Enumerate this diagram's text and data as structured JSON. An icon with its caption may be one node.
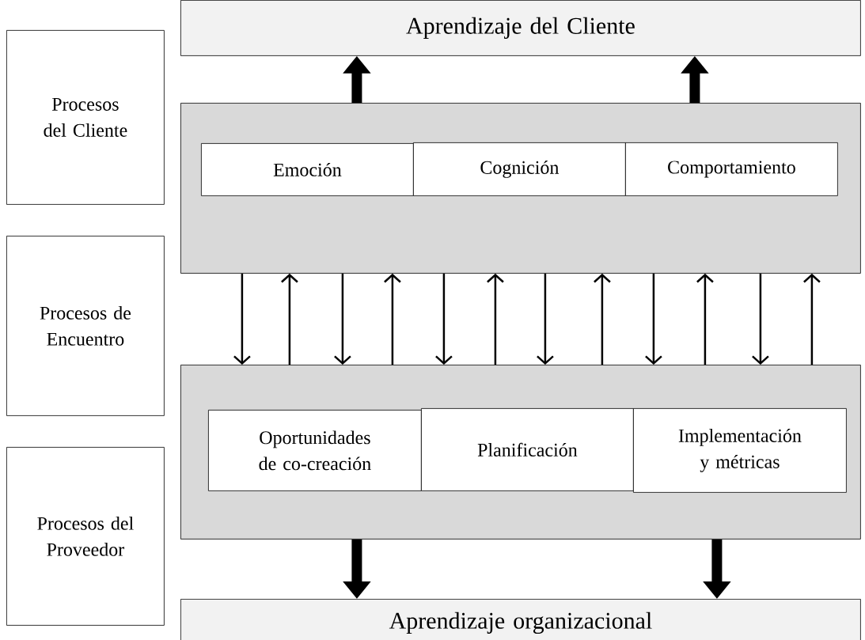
{
  "diagram": {
    "nodes": [
      {
        "text": [
          "Procesos del Cliente"
        ]
      },
      {
        "text": [
          "Procesos de Encuentro"
        ]
      },
      {
        "text": [
          "Procesos del Proveedor"
        ]
      },
      {
        "text": [
          "Aprendizaje del Cliente"
        ]
      },
      {
        "text": [],
        "shape": "box"
      },
      {
        "text": [
          "Emoción"
        ],
        "in": 4
      },
      {
        "text": [
          "Cognición"
        ],
        "in": 4
      },
      {
        "text": [
          "Comportamiento"
        ],
        "in": 4
      },
      {
        "text": [],
        "shape": "box"
      },
      {
        "text": [
          "Oportunidades de co-creación"
        ],
        "in": 8
      },
      {
        "text": [
          "Planificación"
        ],
        "in": 8
      },
      {
        "text": [
          "Implementación y métricas"
        ],
        "in": 8
      },
      {
        "text": [
          "Aprendizaje organizacional"
        ]
      }
    ],
    "edges": [
      {
        "from": 4,
        "to": 3,
        "arrow": "to",
        "style": "thick"
      },
      {
        "from": 4,
        "to": 3,
        "arrow": "to",
        "style": "thick"
      },
      {
        "from": 4,
        "to": 8,
        "arrow": "to"
      },
      {
        "from": 8,
        "to": 4,
        "arrow": "to"
      },
      {
        "from": 4,
        "to": 8,
        "arrow": "to"
      },
      {
        "from": 8,
        "to": 4,
        "arrow": "to"
      },
      {
        "from": 4,
        "to": 8,
        "arrow": "to"
      },
      {
        "from": 8,
        "to": 4,
        "arrow": "to"
      },
      {
        "from": 4,
        "to": 8,
        "arrow": "to"
      },
      {
        "from": 8,
        "to": 4,
        "arrow": "to"
      },
      {
        "from": 4,
        "to": 8,
        "arrow": "to"
      },
      {
        "from": 8,
        "to": 4,
        "arrow": "to"
      },
      {
        "from": 4,
        "to": 8,
        "arrow": "to"
      },
      {
        "from": 8,
        "to": 4,
        "arrow": "to"
      },
      {
        "from": 8,
        "to": 12,
        "arrow": "to",
        "style": "thick"
      },
      {
        "from": 8,
        "to": 12,
        "arrow": "to",
        "style": "thick"
      }
    ]
  }
}
